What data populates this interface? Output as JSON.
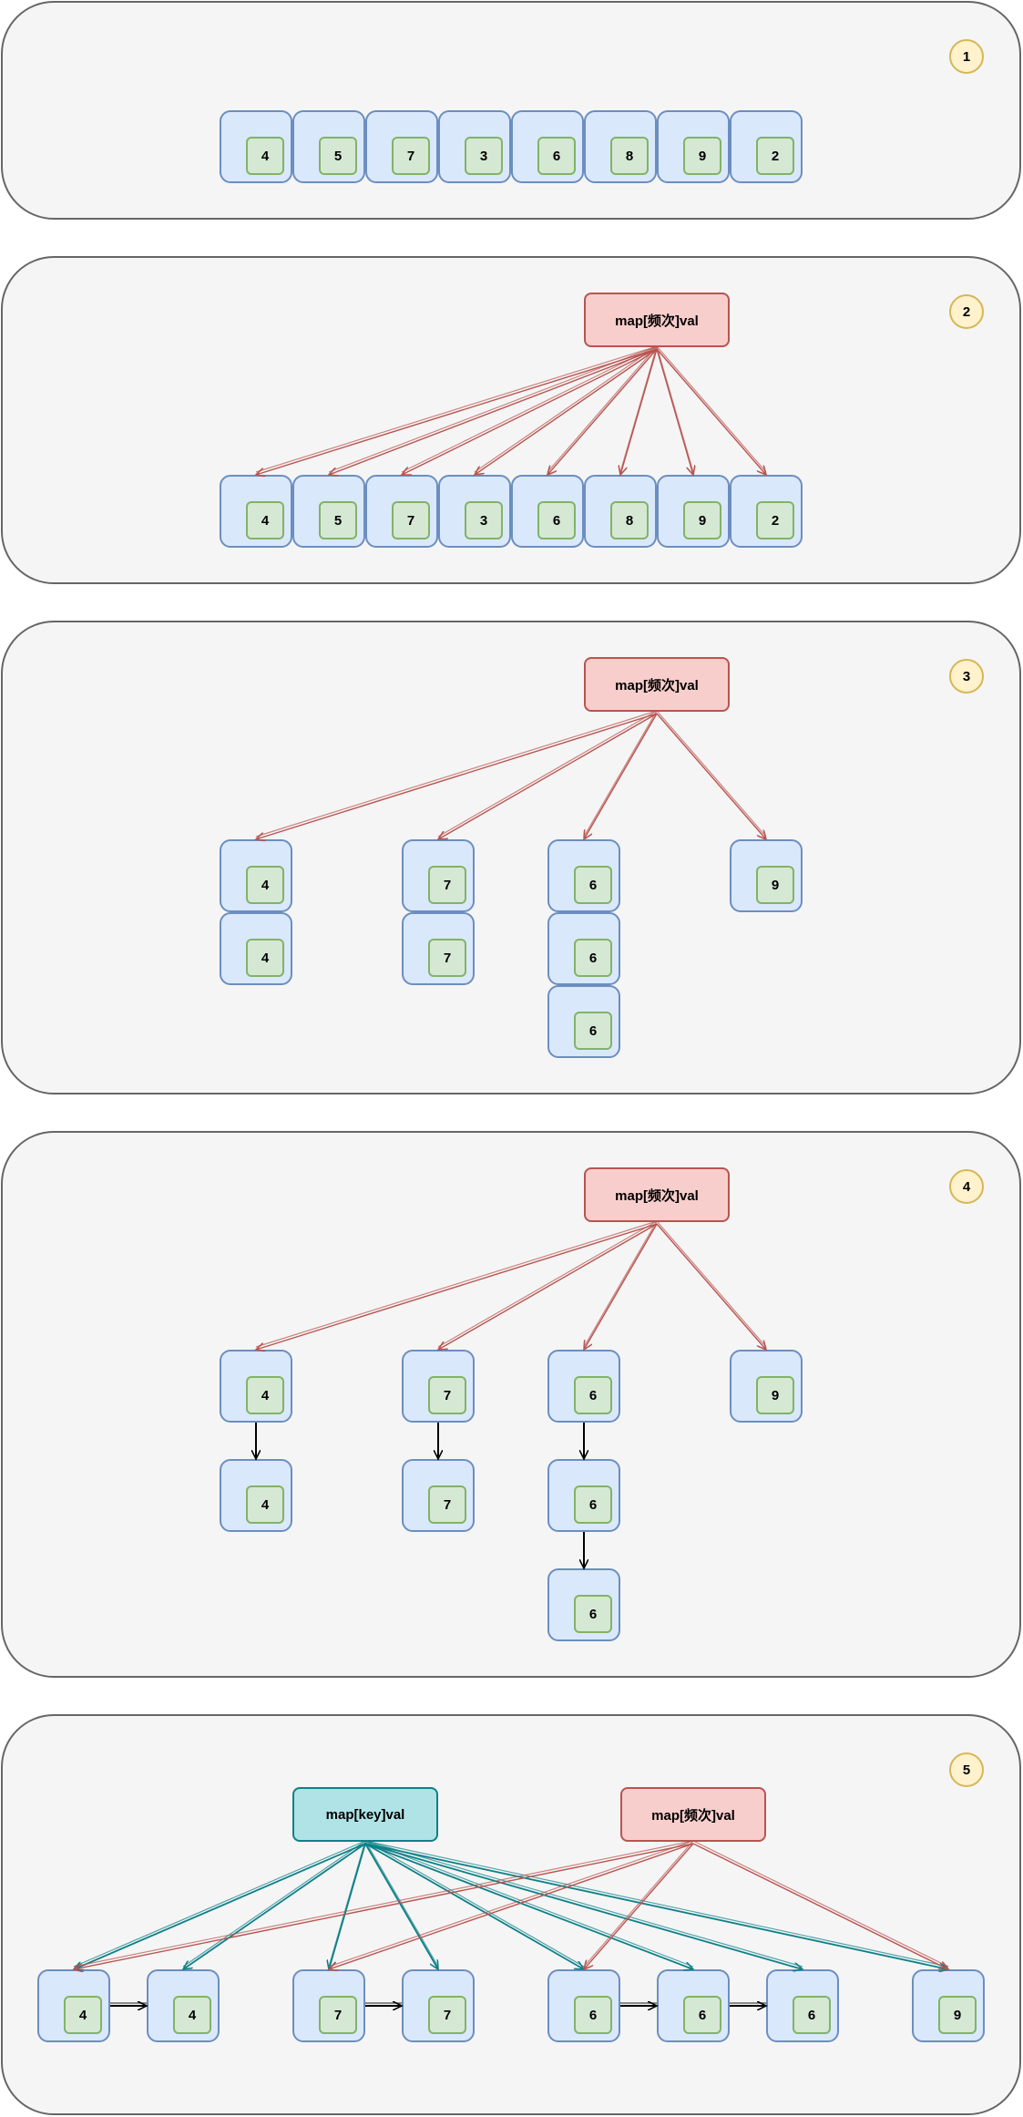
{
  "panels": [
    {
      "badge": "1",
      "nodes": [
        "4",
        "5",
        "7",
        "3",
        "6",
        "8",
        "9",
        "2"
      ]
    },
    {
      "badge": "2",
      "map_label": "map[频次]val",
      "nodes": [
        "4",
        "5",
        "7",
        "3",
        "6",
        "8",
        "9",
        "2"
      ]
    },
    {
      "badge": "3",
      "map_label": "map[频次]val",
      "nodes": [
        "4",
        "4",
        "7",
        "7",
        "6",
        "6",
        "6",
        "9"
      ]
    },
    {
      "badge": "4",
      "map_label": "map[频次]val",
      "nodes": [
        "4",
        "4",
        "7",
        "7",
        "6",
        "6",
        "6",
        "9"
      ]
    },
    {
      "badge": "5",
      "key_map_label": "map[key]val",
      "map_label": "map[频次]val",
      "nodes": [
        "4",
        "4",
        "7",
        "7",
        "6",
        "6",
        "6",
        "9"
      ]
    }
  ],
  "colors": {
    "panel_bg": "#f5f5f5",
    "node_fill": "#dae8fc",
    "node_stroke": "#6c8ebf",
    "value_fill": "#d5e8d4",
    "value_stroke": "#82b366",
    "map_red_fill": "#f8cecc",
    "map_red_stroke": "#b85450",
    "map_teal_fill": "#b0e3e6",
    "map_teal_stroke": "#0e8088",
    "badge_fill": "#fff2cc",
    "badge_stroke": "#d6b656"
  }
}
